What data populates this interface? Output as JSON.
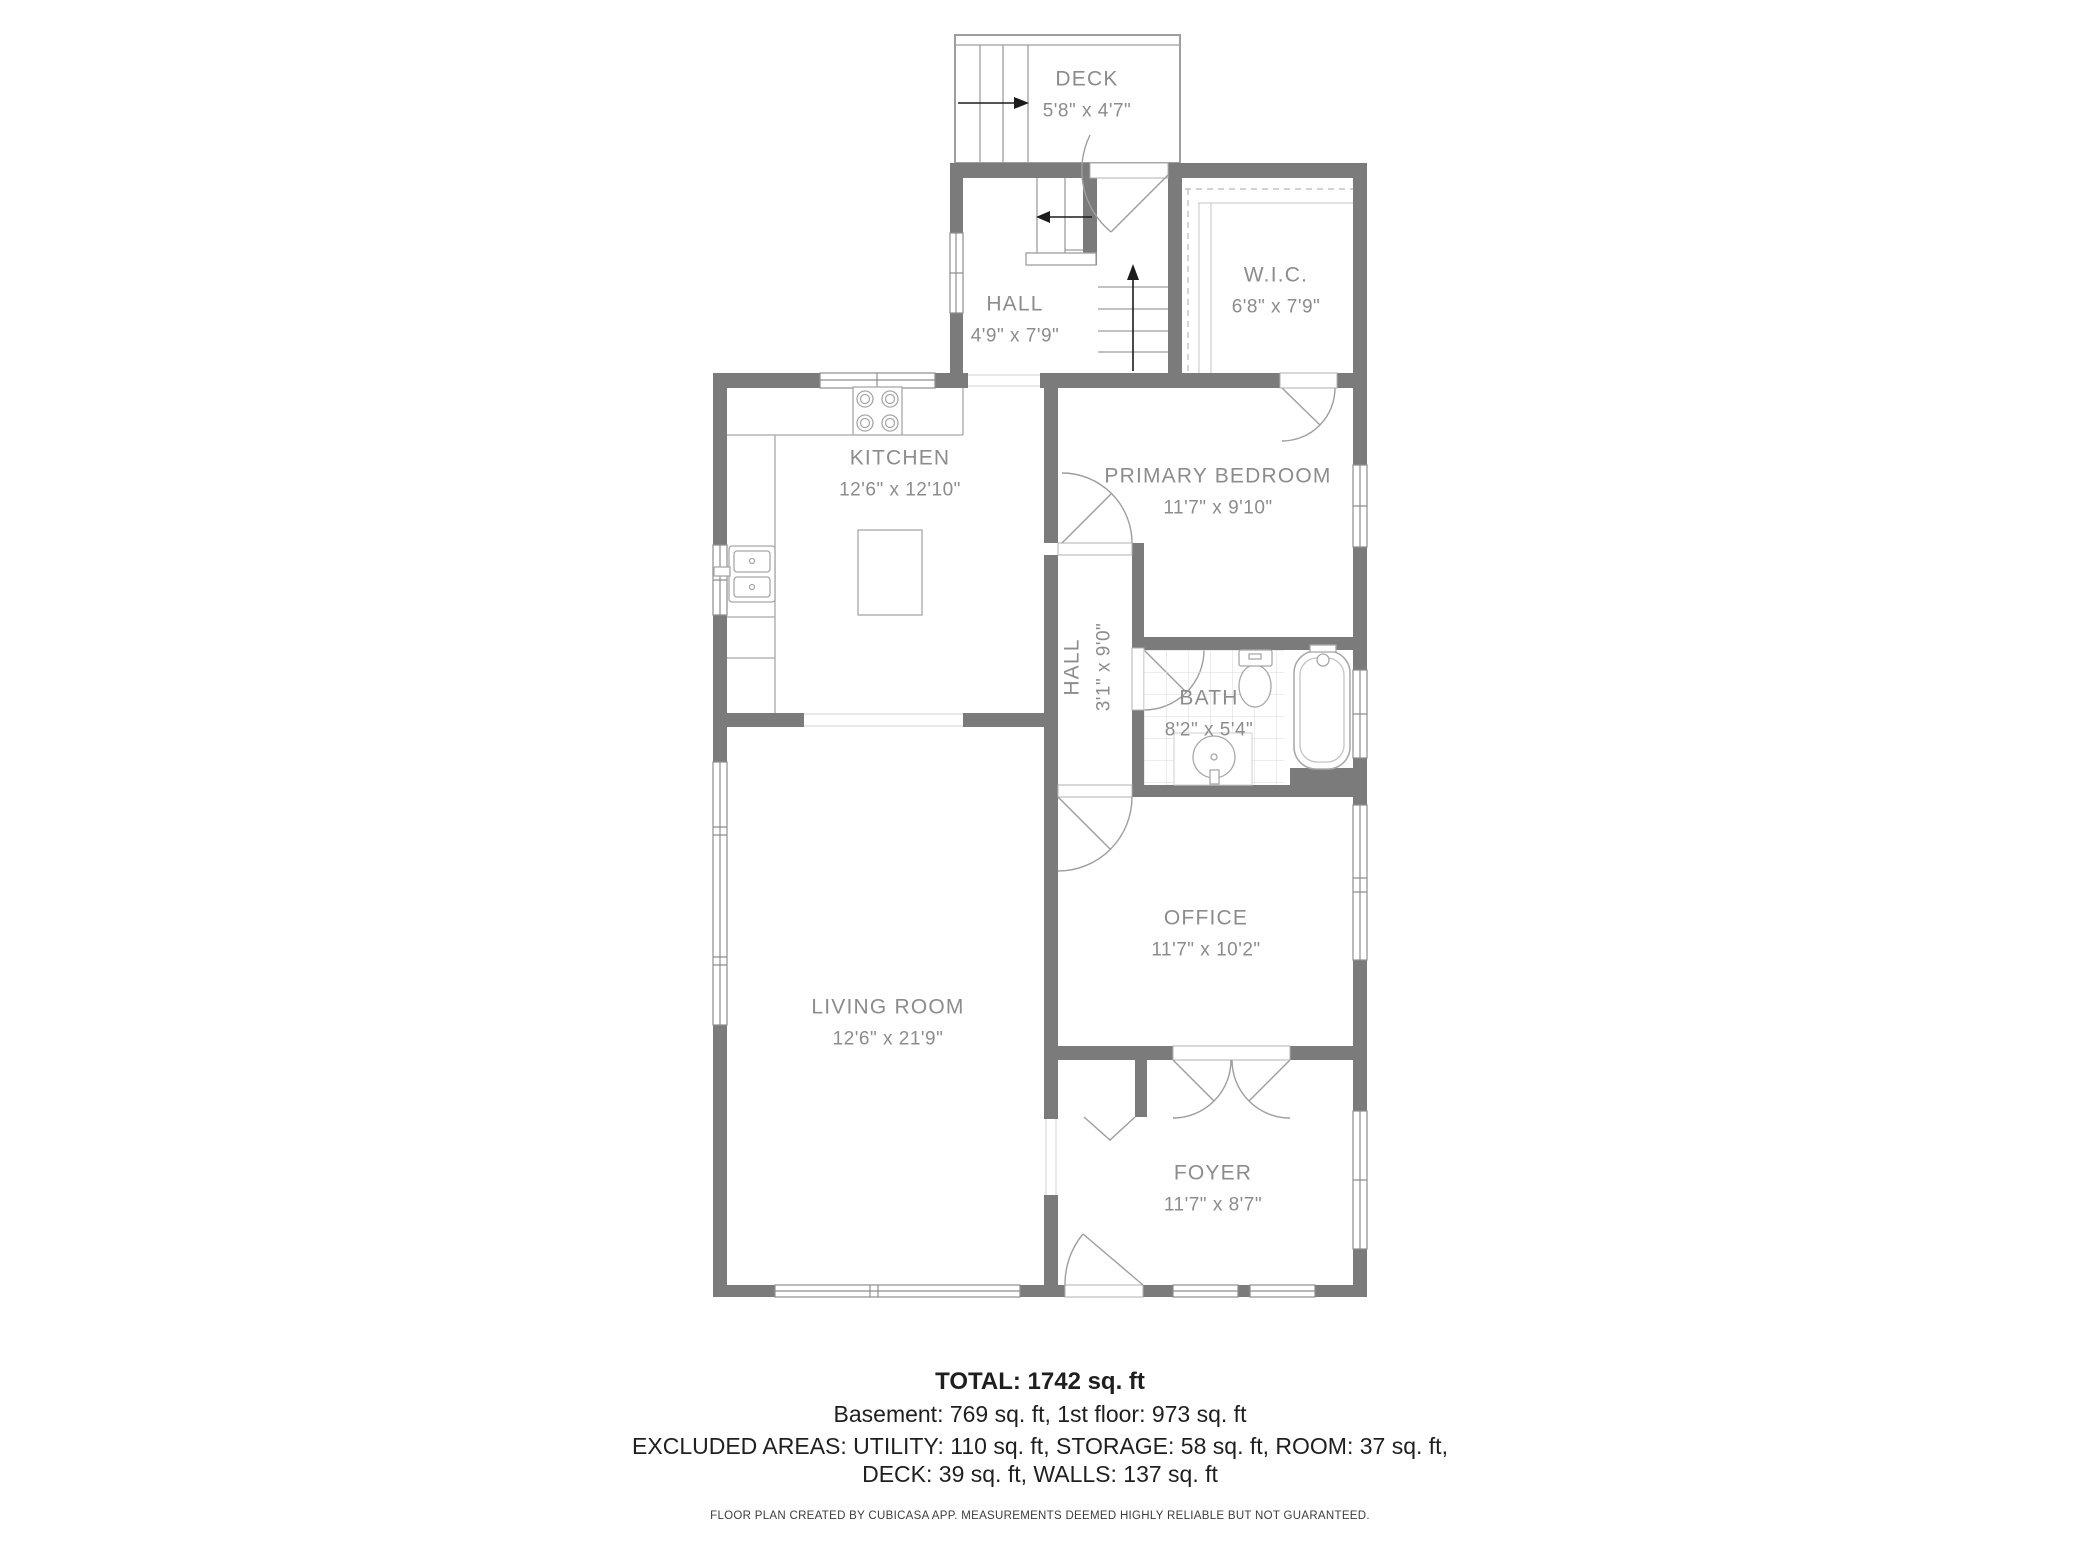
{
  "plan": {
    "rooms": {
      "deck": {
        "label": "DECK",
        "dims": "5'8\" x 4'7\""
      },
      "hall_upper": {
        "label": "HALL",
        "dims": "4'9\" x 7'9\""
      },
      "wic": {
        "label": "W.I.C.",
        "dims": "6'8\" x 7'9\""
      },
      "kitchen": {
        "label": "KITCHEN",
        "dims": "12'6\" x 12'10\""
      },
      "primary_bedroom": {
        "label": "PRIMARY BEDROOM",
        "dims": "11'7\" x 9'10\""
      },
      "hall_vertical": {
        "label": "HALL",
        "dims": "3'1\" x 9'0\""
      },
      "bath": {
        "label": "BATH",
        "dims": "8'2\" x 5'4\""
      },
      "office": {
        "label": "OFFICE",
        "dims": "11'7\" x 10'2\""
      },
      "living_room": {
        "label": "LIVING ROOM",
        "dims": "12'6\" x 21'9\""
      },
      "foyer": {
        "label": "FOYER",
        "dims": "11'7\" x 8'7\""
      }
    }
  },
  "summary": {
    "total": "TOTAL: 1742 sq. ft",
    "floors": "Basement: 769 sq. ft, 1st floor: 973 sq. ft",
    "excluded_line1": "EXCLUDED AREAS: UTILITY: 110 sq. ft, STORAGE: 58 sq. ft, ROOM: 37 sq. ft,",
    "excluded_line2": "DECK: 39 sq. ft, WALLS: 137 sq. ft",
    "disclaimer": "FLOOR PLAN CREATED BY CUBICASA APP. MEASUREMENTS DEEMED HIGHLY RELIABLE BUT NOT GUARANTEED."
  },
  "colors": {
    "wall": "#7b7b7b",
    "room_label": "#8c8c8c",
    "fixture_line": "#9e9e9e",
    "stair_arrow": "#1c1c1c",
    "tile_line": "#d9d9d9",
    "footer_text": "#1f1f1f"
  }
}
